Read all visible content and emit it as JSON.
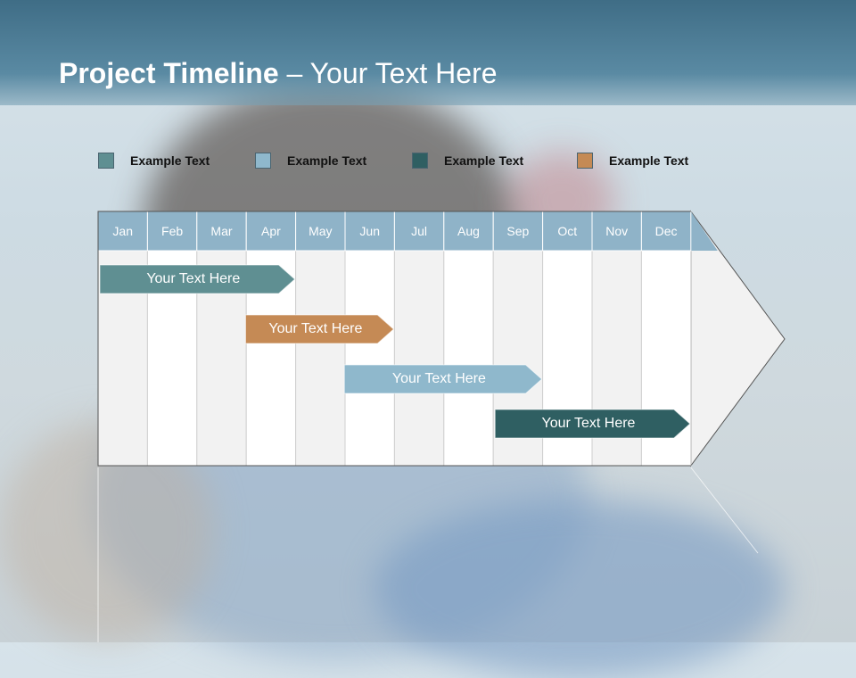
{
  "title": {
    "bold": "Project Timeline",
    "rest": " – Your Text Here"
  },
  "legend": [
    {
      "label": "Example Text",
      "color": "#5f8f92"
    },
    {
      "label": "Example Text",
      "color": "#8fb8cc"
    },
    {
      "label": "Example Text",
      "color": "#2f5f62"
    },
    {
      "label": "Example Text",
      "color": "#c58a55"
    }
  ],
  "months": [
    "Jan",
    "Feb",
    "Mar",
    "Apr",
    "May",
    "Jun",
    "Jul",
    "Aug",
    "Sep",
    "Oct",
    "Nov",
    "Dec"
  ],
  "tasks": [
    {
      "label": "Your  Text Here",
      "color": "#5f8f92",
      "start_month": 1.0,
      "end_month": 4.0
    },
    {
      "label": "Your  Text Here",
      "color": "#c58a55",
      "start_month": 3.95,
      "end_month": 6.0
    },
    {
      "label": "Your  Text Here",
      "color": "#8fb8cc",
      "start_month": 5.95,
      "end_month": 9.0
    },
    {
      "label": "Your  Text Here",
      "color": "#2f5f62",
      "start_month": 9.0,
      "end_month": 12.0
    }
  ],
  "colors": {
    "header_fill": "#8fb3c8",
    "grid_light": "#f2f2f2",
    "grid_white": "#ffffff"
  }
}
